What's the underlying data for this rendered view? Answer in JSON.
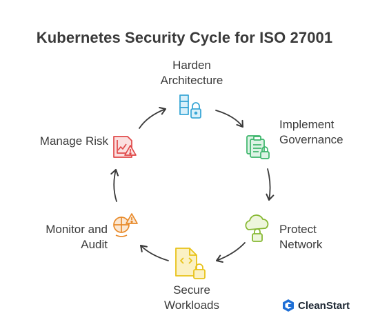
{
  "title": "Kubernetes Security Cycle for ISO 27001",
  "steps": [
    {
      "line1": "Harden",
      "line2": "Architecture",
      "icon": "server-lock-icon",
      "color": "#3aa7d6"
    },
    {
      "line1": "Implement",
      "line2": "Governance",
      "icon": "clipboard-lock-icon",
      "color": "#3bb56a"
    },
    {
      "line1": "Protect",
      "line2": "Network",
      "icon": "cloud-lock-icon",
      "color": "#86b832"
    },
    {
      "line1": "Secure",
      "line2": "Workloads",
      "icon": "code-file-lock-icon",
      "color": "#e8c21a"
    },
    {
      "line1": "Monitor and",
      "line2": "Audit",
      "icon": "monitor-warning-icon",
      "color": "#e88a2a"
    },
    {
      "line1": "Manage Risk",
      "line2": "",
      "icon": "chart-warning-icon",
      "color": "#e04848"
    }
  ],
  "brand": {
    "name": "CleanStart",
    "color": "#1f6fd6"
  }
}
